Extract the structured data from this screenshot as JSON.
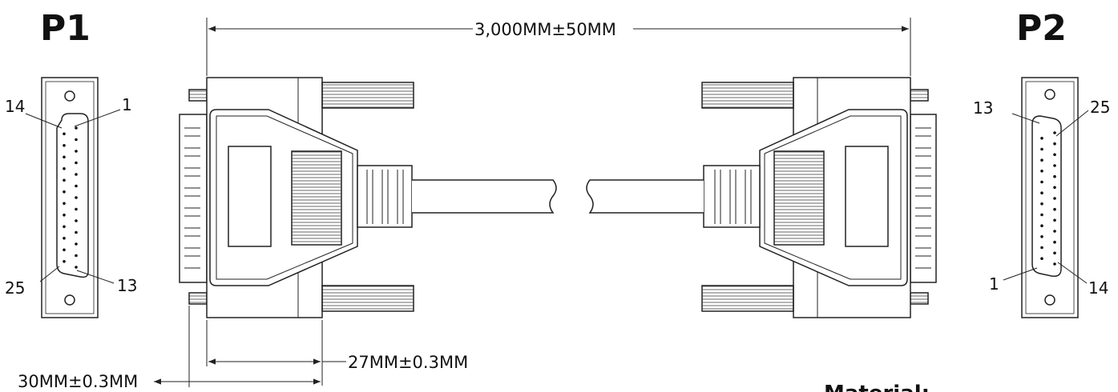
{
  "labels": {
    "p1": "P1",
    "p2": "P2",
    "total_length": "3,000MM±50MM",
    "dim_27": "27MM±0.3MM",
    "dim_30": "30MM±0.3MM",
    "material": "Material:"
  },
  "p1_pins": {
    "top_left": "14",
    "top_right": "1",
    "bottom_left": "25",
    "bottom_right": "13"
  },
  "p2_pins": {
    "top_left": "13",
    "top_right": "25",
    "bottom_left": "1",
    "bottom_right": "14"
  },
  "colors": {
    "line": "#222222",
    "fill": "#ffffff",
    "pin": "#111111"
  }
}
